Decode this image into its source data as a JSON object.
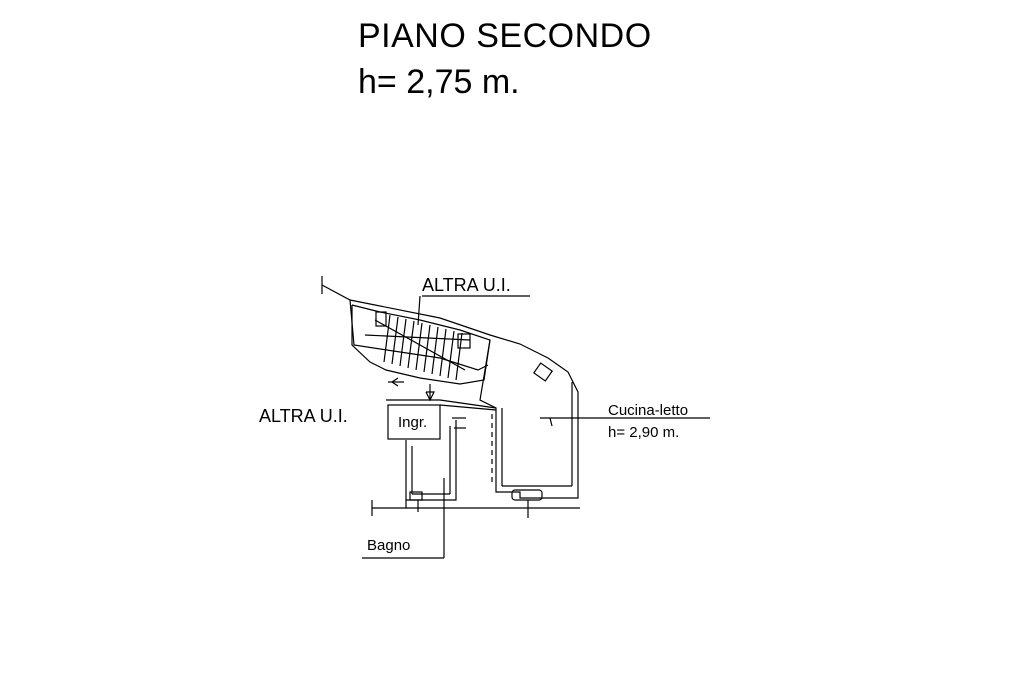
{
  "header": {
    "title": "PIANO SECONDO",
    "height": "h= 2,75 m."
  },
  "labels": {
    "altra_top": "ALTRA U.I.",
    "altra_left": "ALTRA U.I.",
    "ingresso": "Ingr.",
    "cucina": "Cucina-letto",
    "cucina_height": "h= 2,90 m.",
    "bagno": "Bagno"
  }
}
